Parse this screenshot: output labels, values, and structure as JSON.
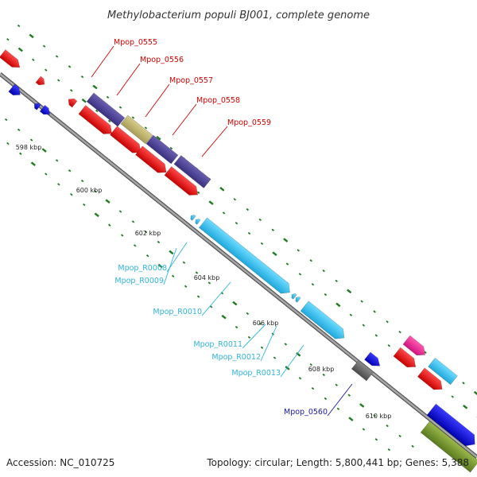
{
  "title": "Methylobacterium populi BJ001, complete genome",
  "footer": {
    "accession": "Accession: NC_010725",
    "summary": "Topology: circular; Length: 5,800,441 bp; Genes: 5,388"
  },
  "colors": {
    "backbone": "#8c8c8c",
    "tick": "#1f7a1f",
    "red_label": "#d40000",
    "cyan_label": "#2fb4dc",
    "blue_label": "#1a1aa0"
  },
  "scale_ticks": [
    {
      "label": "598 kbp"
    },
    {
      "label": "600 kbp"
    },
    {
      "label": "602 kbp"
    },
    {
      "label": "604 kbp"
    },
    {
      "label": "606 kbp"
    },
    {
      "label": "608 kbp"
    },
    {
      "label": "610 kbp"
    }
  ],
  "gene_labels": [
    {
      "text": "Mpop_0555",
      "color": "#d40000"
    },
    {
      "text": "Mpop_0556",
      "color": "#d40000"
    },
    {
      "text": "Mpop_0557",
      "color": "#d40000"
    },
    {
      "text": "Mpop_0558",
      "color": "#d40000"
    },
    {
      "text": "Mpop_0559",
      "color": "#d40000"
    },
    {
      "text": "Mpop_R0008",
      "color": "#2fb4dc"
    },
    {
      "text": "Mpop_R0009",
      "color": "#2fb4dc"
    },
    {
      "text": "Mpop_R0010",
      "color": "#2fb4dc"
    },
    {
      "text": "Mpop_R0011",
      "color": "#2fb4dc"
    },
    {
      "text": "Mpop_R0012",
      "color": "#2fb4dc"
    },
    {
      "text": "Mpop_R0013",
      "color": "#2fb4dc"
    },
    {
      "text": "Mpop_0560",
      "color": "#1a1aa0"
    }
  ]
}
